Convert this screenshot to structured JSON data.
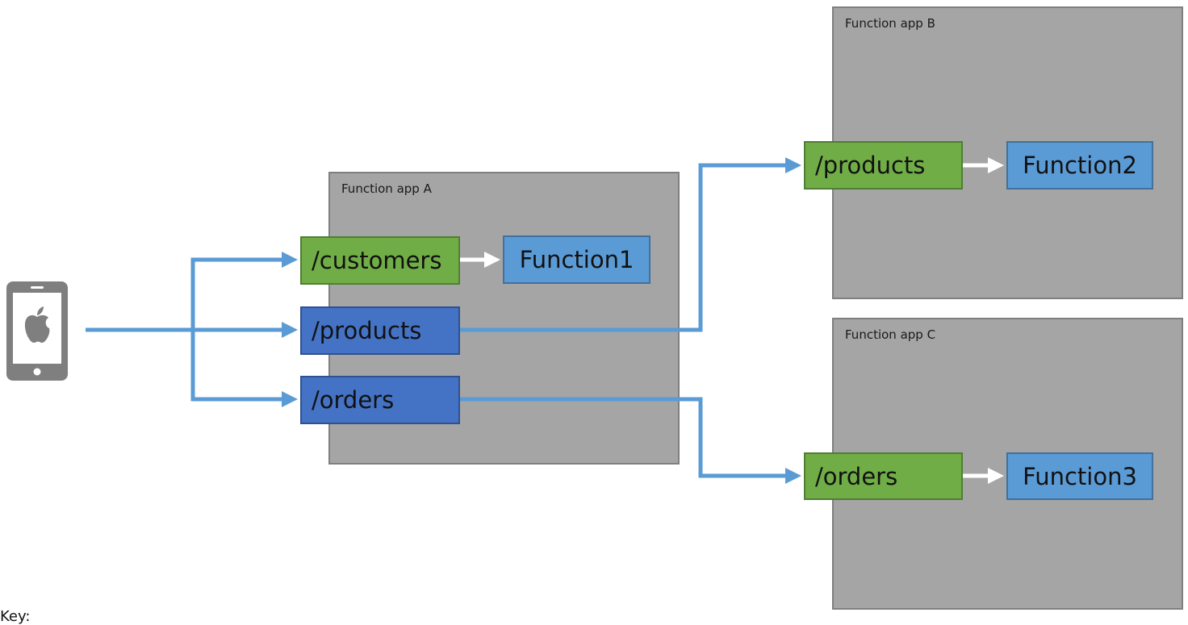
{
  "apps": {
    "a": {
      "title": "Function app A"
    },
    "b": {
      "title": "Function app B"
    },
    "c": {
      "title": "Function app C"
    }
  },
  "app_a": {
    "customers": "/customers",
    "products": "/products",
    "orders": "/orders",
    "function1": "Function1"
  },
  "app_b": {
    "products": "/products",
    "function2": "Function2"
  },
  "app_c": {
    "orders": "/orders",
    "function3": "Function3"
  },
  "key": {
    "label": "Key:"
  },
  "colors": {
    "app_box": "#a5a5a5",
    "proxy_green": "#70ad47",
    "proxy_blue": "#4472c4",
    "function_blue": "#5b9bd5",
    "connector": "#5b9bd5",
    "internal_arrow": "#ffffff",
    "phone": "#7f7f7f"
  },
  "icons": {
    "client": "apple-phone-icon"
  }
}
